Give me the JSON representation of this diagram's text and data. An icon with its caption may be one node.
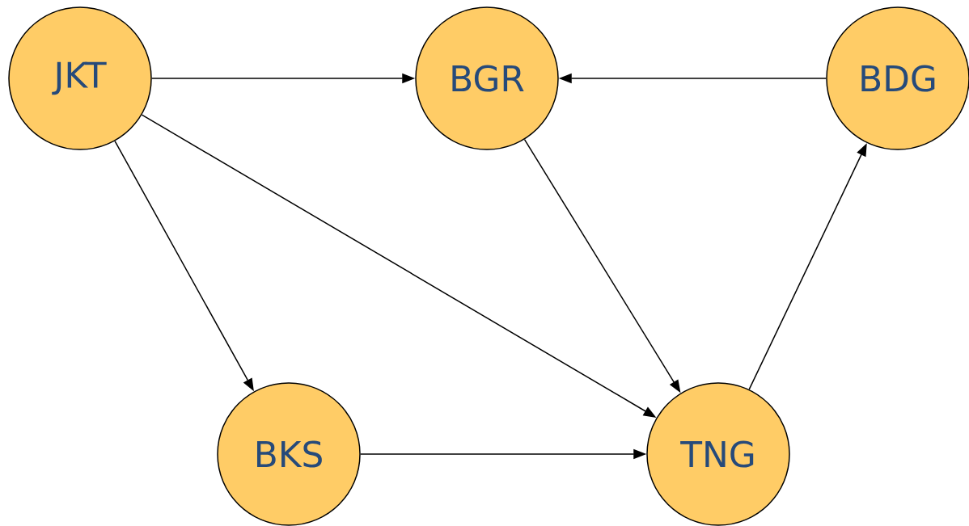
{
  "diagram": {
    "nodes": [
      {
        "text": [
          "JKT"
        ]
      },
      {
        "text": [
          "BGR"
        ]
      },
      {
        "text": [
          "BDG"
        ]
      },
      {
        "text": [
          "BKS"
        ]
      },
      {
        "text": [
          "TNG"
        ]
      }
    ],
    "edges": [
      {
        "from": 0,
        "to": 1,
        "arrow": "to"
      },
      {
        "from": 2,
        "to": 1,
        "arrow": "to"
      },
      {
        "from": 0,
        "to": 4,
        "arrow": "to"
      },
      {
        "from": 0,
        "to": 3,
        "arrow": "to"
      },
      {
        "from": 1,
        "to": 4,
        "arrow": "to"
      },
      {
        "from": 3,
        "to": 4,
        "arrow": "to"
      },
      {
        "from": 4,
        "to": 2,
        "arrow": "to"
      }
    ]
  }
}
